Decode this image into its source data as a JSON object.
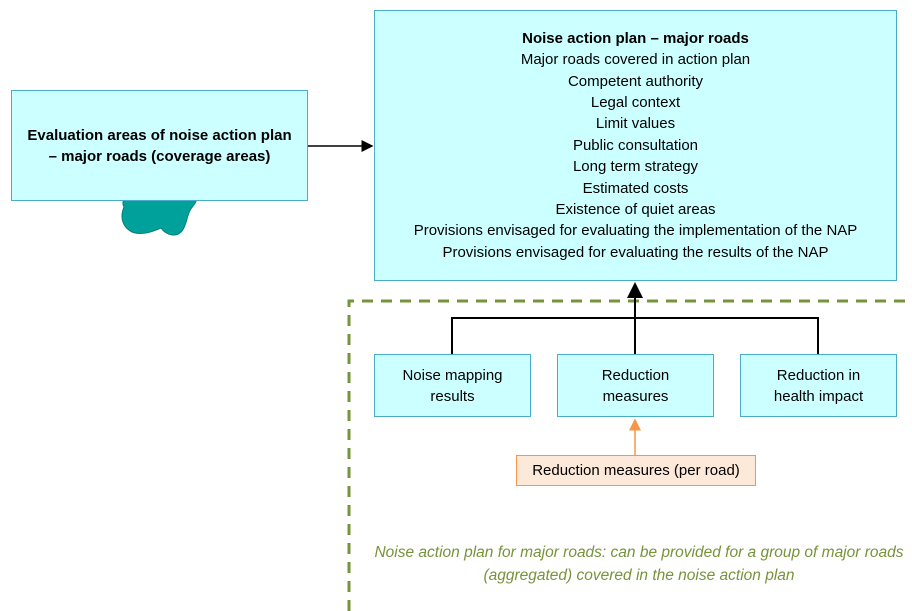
{
  "evaluation_areas": {
    "label": "Evaluation areas of noise action plan – major roads (coverage areas)"
  },
  "action_plan": {
    "title": "Noise action plan – major roads",
    "items": [
      "Major roads covered in action plan",
      "Competent authority",
      "Legal context",
      "Limit values",
      "Public consultation",
      "Long term strategy",
      "Estimated costs",
      "Existence of quiet areas",
      "Provisions envisaged for evaluating the implementation of the NAP",
      "Provisions envisaged for evaluating the results of the NAP"
    ]
  },
  "inputs": {
    "noise_mapping": "Noise mapping results",
    "reduction_measures": "Reduction measures",
    "health_impact": "Reduction in health impact",
    "reduction_per_road": "Reduction measures (per road)"
  },
  "footer_note": "Noise action plan for major roads: can be provided for a group of major roads (aggregated) covered in the noise action plan",
  "colors": {
    "box_fill": "#ccffff",
    "box_border": "#4bacc6",
    "orange_fill": "#fde9d9",
    "orange_border": "#f79646",
    "dashed_green": "#77933c",
    "blob_teal": "#00a19a"
  }
}
